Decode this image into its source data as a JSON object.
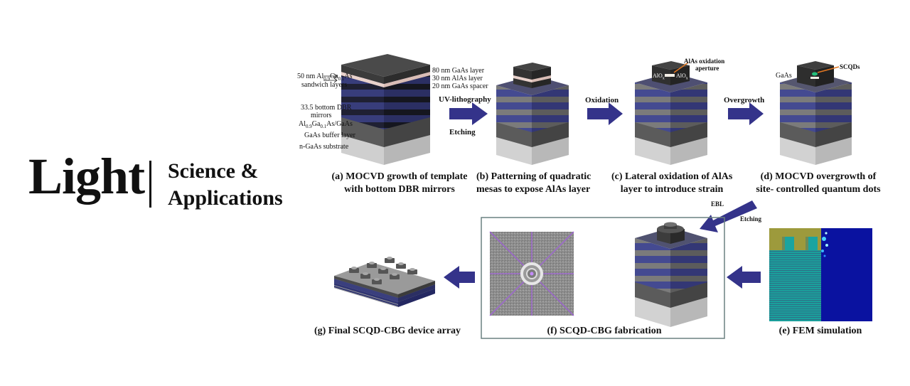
{
  "journal": {
    "name": "Light",
    "subtitle_line1": "Science &",
    "subtitle_line2": "Applications"
  },
  "panels": {
    "a": {
      "caption_line1": "(a) MOCVD growth of template",
      "caption_line2": "with bottom DBR mirrors",
      "label_sandwich_1": "50 nm Al",
      "label_sandwich_sub1": "0.9",
      "label_sandwich_ga": "Ga",
      "label_sandwich_sub2": "0.1",
      "label_sandwich_as": "As",
      "label_sandwich_2": "sandwich layers",
      "label_gaas_layer": "80 nm GaAs layer",
      "label_alas_layer": "30 nm AlAs layer",
      "label_gaas_spacer": "20 nm GaAs spacer",
      "label_dbr_1": "33.5 bottom DBR",
      "label_dbr_2": "mirrors",
      "label_dbr_al": "Al",
      "label_dbr_sub1": "0.9",
      "label_dbr_ga": "Ga",
      "label_dbr_sub2": "0.1",
      "label_dbr_rest": "As/GaAs",
      "label_buffer": "GaAs buffer layer",
      "label_substrate": "n-GaAs substrate"
    },
    "b": {
      "caption_line1": "(b) Patterning of quadratic",
      "caption_line2": "mesas to expose AlAs layer"
    },
    "c": {
      "caption_line1": "(c) Lateral oxidation of AlAs",
      "caption_line2": "layer to introduce strain",
      "label_aperture_1": "AlAs oxidation",
      "label_aperture_2": "aperture",
      "label_alox_left": "AlO",
      "label_alox_right": "AlO",
      "label_alox_sub": "x"
    },
    "d": {
      "caption_line1": "(d) MOCVD overgrowth of",
      "caption_line2": "site- controlled quantum dots",
      "label_scqds": "SCQDs",
      "label_gaas": "GaAs"
    },
    "e": {
      "caption": "(e) FEM simulation"
    },
    "f": {
      "caption": "(f) SCQD-CBG fabrication"
    },
    "g": {
      "caption": "(g) Final SCQD-CBG device array"
    }
  },
  "steps": {
    "ab_top": "UV-lithography",
    "ab_bottom": "Etching",
    "bc": "Oxidation",
    "cd": "Overgrowth",
    "de_left": "EBL",
    "de_right": "Etching"
  },
  "colors": {
    "arrow": "#34338a",
    "dbr_blue": "#3a3f7e",
    "dbr_gray": "#808080",
    "substrate": "#d6d6d6",
    "buffer": "#5f5f5f",
    "frame": "#5f7d7d",
    "fem_blue": "#050f9a",
    "fem_yellow": "#9b9a3a",
    "fem_teal": "#1aa4a0"
  }
}
